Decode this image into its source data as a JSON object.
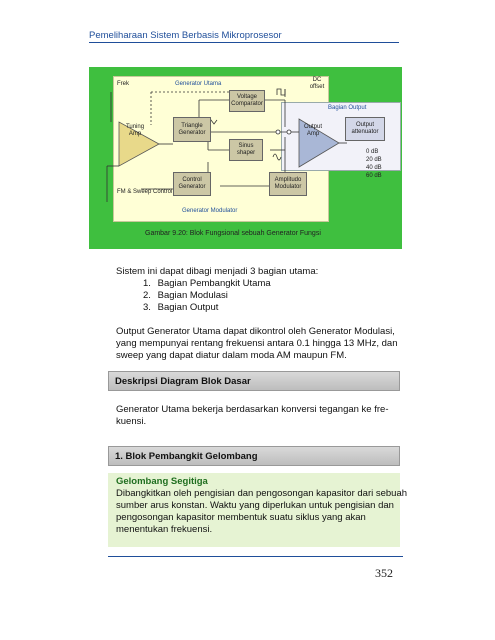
{
  "header": {
    "title": "Pemeliharaan Sistem Berbasis Mikroprosesor"
  },
  "figure": {
    "labels": {
      "frek": "Frek",
      "generator_utama": "Generator Utama",
      "voltage_comparator": "Voltage Comparator",
      "dc_offset": "DC offset",
      "bagian_output": "Bagian Output",
      "tuning_amp": "Tuning Amp",
      "triangle_generator": "Triangle Generator",
      "sinus_shaper": "Sinus shaper",
      "output_amp": "Output Amp",
      "output_attenuator": "Output attenuator",
      "db_0": "0 dB",
      "db_20": "20 dB",
      "db_40": "40 dB",
      "db_60": "60 dB",
      "control_generator": "Control Generator",
      "amplitudo_modulator": "Amplitudo Modulator",
      "fm_sweep": "FM & Sweep Control",
      "generator_modulator": "Generator Modulator"
    },
    "caption": "Gambar 9.20: Blok Fungsional sebuah Generator Fungsi"
  },
  "intro": {
    "text": "Sistem ini dapat dibagi menjadi 3 bagian utama:",
    "items": [
      {
        "num": "1.",
        "label": "Bagian Pembangkit Utama"
      },
      {
        "num": "2.",
        "label": "Bagian Modulasi"
      },
      {
        "num": "3.",
        "label": "Bagian Output"
      }
    ]
  },
  "paragraph1": {
    "line1": "Output Generator Utama dapat dikontrol oleh Generator Modulasi,",
    "line2": "yang mempunyai rentang frekuensi antara 0.1 hingga 13 MHz, dan",
    "line3": "sweep yang dapat diatur dalam moda AM maupun FM."
  },
  "section1": {
    "title": "Deskripsi Diagram Blok Dasar"
  },
  "paragraph2": {
    "line1": "Generator Utama bekerja berdasarkan konversi tegangan ke fre-",
    "line2": "kuensi."
  },
  "section2": {
    "title": "1. Blok Pembangkit Gelombang"
  },
  "green_box": {
    "title": "Gelombang Segitiga",
    "line1": "Dibangkitkan oleh pengisian dan pengosongan kapasitor dari sebuah",
    "line2": "sumber arus konstan.  Waktu yang diperlukan untuk pengisian dan",
    "line3": "pengosongan  kapasitor  membentuk  suatu  siklus  yang  akan",
    "line4": "menentukan frekuensi."
  },
  "footer": {
    "page_number": "352"
  }
}
